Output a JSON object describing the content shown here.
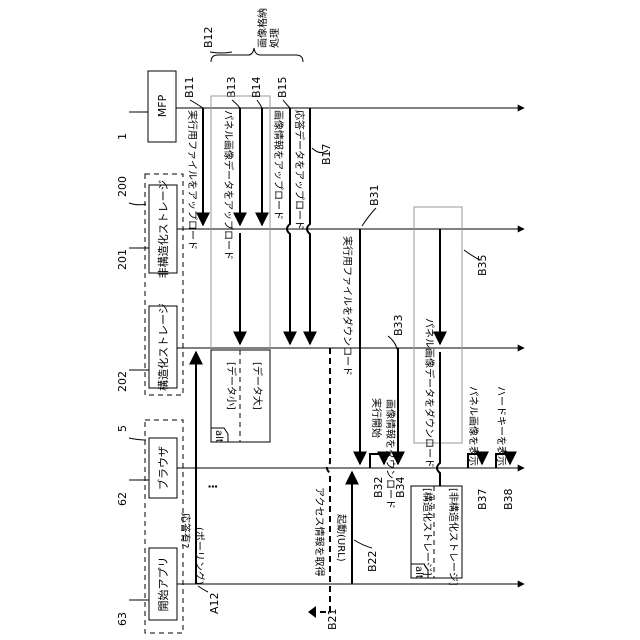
{
  "participants": {
    "mfp": {
      "name": "MFP",
      "ref": "1"
    },
    "group_storage": {
      "ref": "200"
    },
    "unstructured": {
      "name": "非構造化ストレージ",
      "ref": "201"
    },
    "structured": {
      "name": "構造化ストレージ",
      "ref": "202"
    },
    "group_browser": {
      "ref": "5"
    },
    "browser": {
      "name": "ブラウザ",
      "ref": "62"
    },
    "start_app": {
      "name": "開始アプリ",
      "ref": "63"
    }
  },
  "refs": {
    "b11": "B11",
    "b12": "B12",
    "b13": "B13",
    "b14": "B14",
    "b15": "B15",
    "b17": "B17",
    "b21": "B21",
    "b22": "B22",
    "b31": "B31",
    "b32": "B32",
    "b33": "B33",
    "b34": "B34",
    "b35": "B35",
    "b37": "B37",
    "b38": "B38",
    "a12": "A12"
  },
  "brace_label": {
    "line1": "画像格納",
    "line2": "処理"
  },
  "messages": {
    "upload_exec": "実行用ファイルをアップロード",
    "upload_panel": "パネル画像データをアップロード",
    "upload_info": "画像情報をアップロード",
    "upload_resp": "応答データをアップロード",
    "download_exec": "実行用ファイルをダウンロード",
    "download_panel": "パネル画像データをダウンロード",
    "response_q": "応答有?",
    "polling": "(ポーリング)",
    "get_access": "アクセス情報を取得",
    "launch": "起動(URL)",
    "exec_start": "実行開始",
    "download_info": "画像情報をダウンロード",
    "show_panel": "パネル画像を表示",
    "show_hardkey": "ハードキーを表示"
  },
  "alt1": {
    "tag": "alt",
    "guard1": "[データ小]",
    "guard2": "[データ大]"
  },
  "alt2": {
    "tag": "alt",
    "guard1": "[構造化ストレージ]",
    "guard2": "[非構造化ストレージ]"
  }
}
